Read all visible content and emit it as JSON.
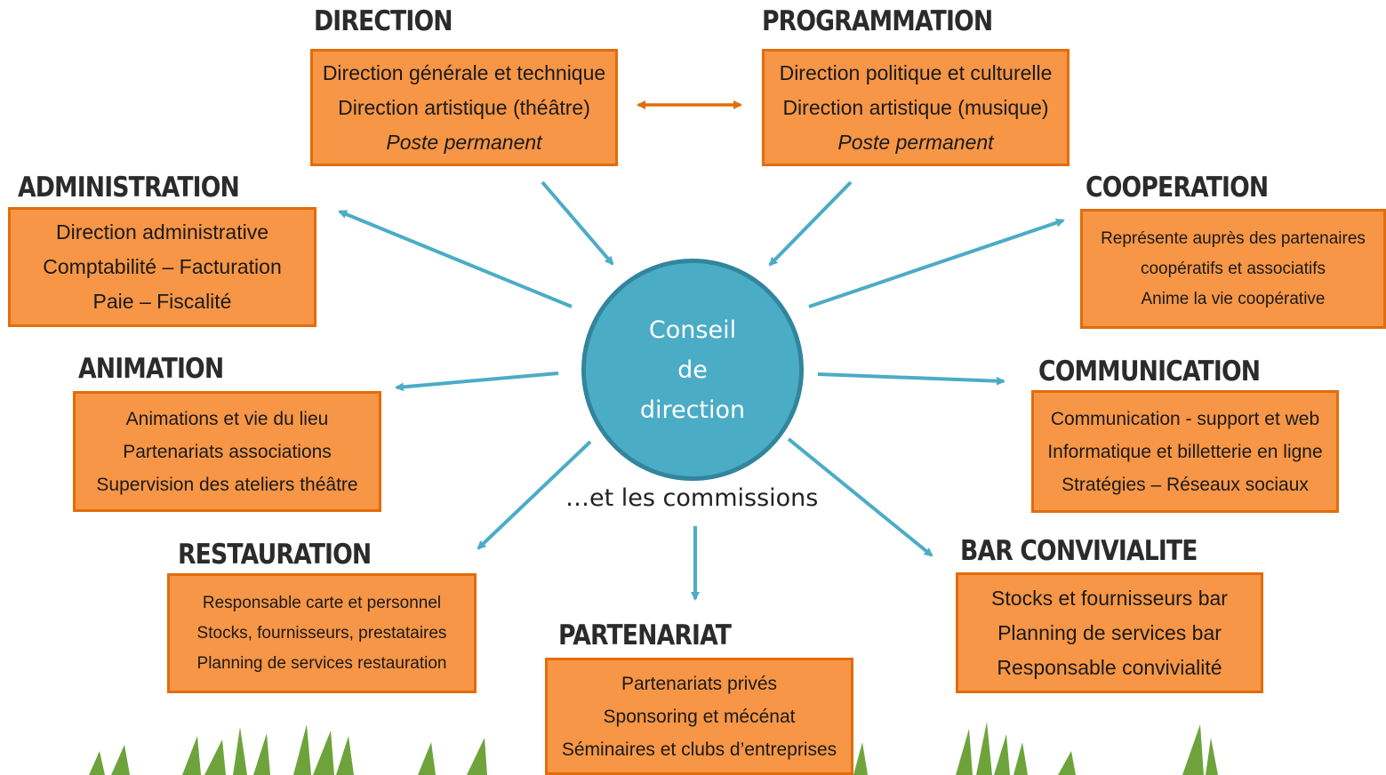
{
  "center": {
    "lines": [
      "Conseil",
      "de",
      "direction"
    ]
  },
  "commissions": "…et les commissions",
  "groups": {
    "direction": {
      "title": "DIRECTION",
      "lines": [
        "Direction générale et technique",
        "Direction artistique (théâtre)"
      ],
      "note": "Poste permanent"
    },
    "programmation": {
      "title": "PROGRAMMATION",
      "lines": [
        "Direction politique et culturelle",
        "Direction artistique (musique)"
      ],
      "note": "Poste permanent"
    },
    "administration": {
      "title": "ADMINISTRATION",
      "lines": [
        "Direction administrative",
        "Comptabilité – Facturation",
        "Paie – Fiscalité"
      ]
    },
    "cooperation": {
      "title": "COOPERATION",
      "lines": [
        "Représente auprès des partenaires",
        "coopératifs et associatifs",
        "Anime la vie coopérative"
      ]
    },
    "animation": {
      "title": "ANIMATION",
      "lines": [
        "Animations et vie du lieu",
        "Partenariats associations",
        "Supervision des ateliers théâtre"
      ]
    },
    "communication": {
      "title": "COMMUNICATION",
      "lines": [
        "Communication - support et web",
        "Informatique et billetterie en ligne",
        "Stratégies – Réseaux sociaux"
      ]
    },
    "restauration": {
      "title": "RESTAURATION",
      "lines": [
        "Responsable carte et personnel",
        "Stocks, fournisseurs, prestataires",
        "Planning de services restauration"
      ]
    },
    "partenariat": {
      "title": "PARTENARIAT",
      "lines": [
        "Partenariats privés",
        "Sponsoring et mécénat",
        "Séminaires et clubs d’entreprises"
      ]
    },
    "bar": {
      "title": "BAR CONVIVIALITE",
      "lines": [
        "Stocks et fournisseurs bar",
        "Planning de services bar",
        "Responsable convivialité"
      ]
    }
  },
  "colors": {
    "box_fill": "#f79646",
    "box_border": "#e36c0a",
    "circle_fill": "#4bacc6",
    "arrow_blue": "#4bacc6",
    "arrow_orange": "#e36c0a",
    "grass": "#5a8f23"
  }
}
